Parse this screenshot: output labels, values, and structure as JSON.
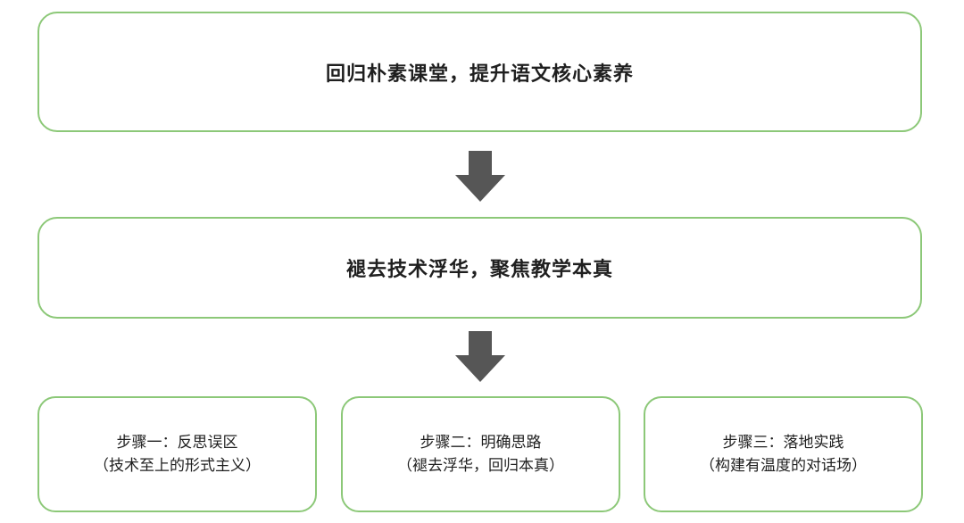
{
  "diagram": {
    "top_box": {
      "text": "回归朴素课堂，提升语文核心素养"
    },
    "middle_box": {
      "text": "褪去技术浮华，聚焦教学本真"
    },
    "steps": [
      {
        "title": "步骤一：反思误区",
        "subtitle": "（技术至上的形式主义）"
      },
      {
        "title": "步骤二：明确思路",
        "subtitle": "（褪去浮华，回归本真）"
      },
      {
        "title": "步骤三：落地实践",
        "subtitle": "（构建有温度的对话场）"
      }
    ],
    "colors": {
      "box_border": "#8cc878",
      "arrow": "#565656",
      "text": "#1f1f1f"
    },
    "icons": [
      "arrow-down-icon",
      "arrow-down-icon"
    ]
  }
}
